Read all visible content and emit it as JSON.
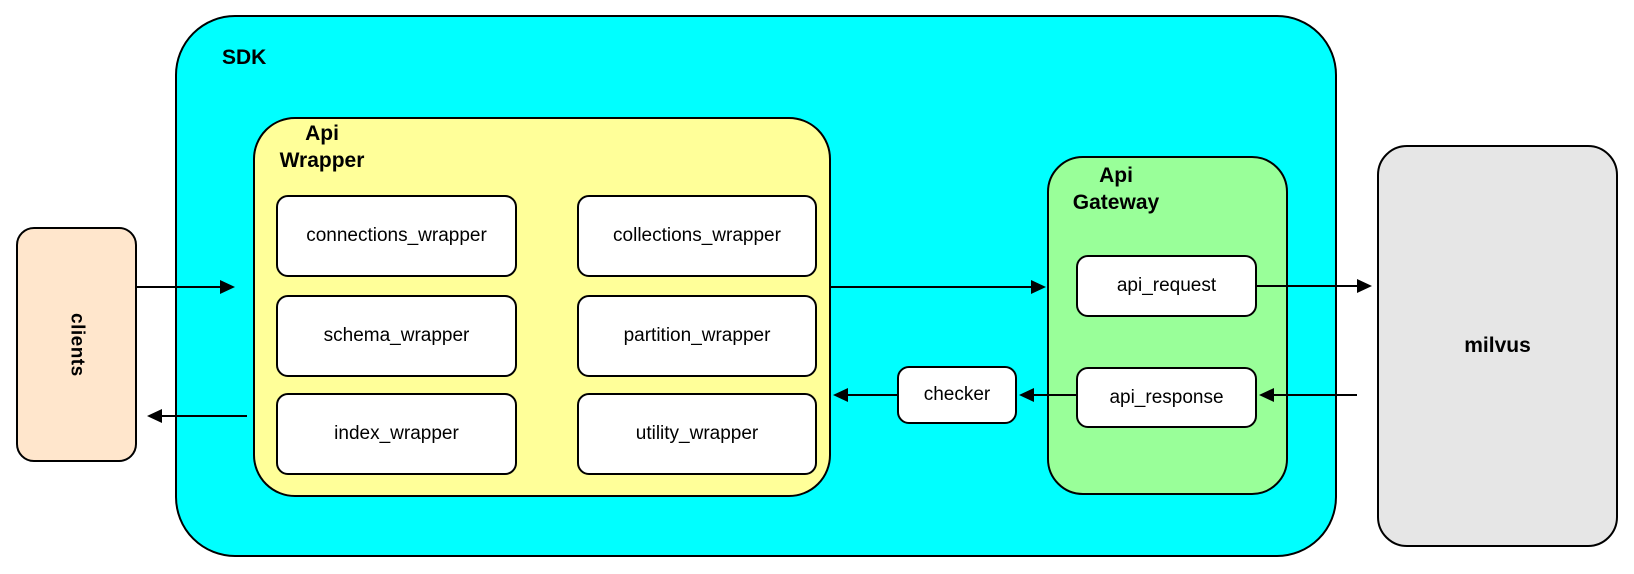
{
  "diagram": {
    "title_hint": "milvus sdk architecture diagram",
    "containers": {
      "sdk": {
        "label": "SDK",
        "fill": "#00FFFF"
      },
      "api_wrapper": {
        "label": "Api\nWrapper",
        "fill": "#FFFF99"
      },
      "api_gateway": {
        "label": "Api\nGateway",
        "fill": "#99FF99"
      }
    },
    "nodes": {
      "clients": {
        "label": "clients",
        "fill": "#FFE6CC"
      },
      "milvus": {
        "label": "milvus",
        "fill": "#E6E6E6"
      },
      "checker": {
        "label": "checker",
        "fill": "#FFFFFF"
      },
      "wrapper_boxes": [
        "connections_wrapper",
        "collections_wrapper",
        "schema_wrapper",
        "partition_wrapper",
        "index_wrapper",
        "utility_wrapper"
      ],
      "gateway_boxes": [
        "api_request",
        "api_response"
      ]
    },
    "edges": [
      "clients -> api_wrapper",
      "api_wrapper -> api_gateway",
      "api_request -> milvus",
      "milvus -> api_response",
      "api_response -> checker",
      "checker -> api_wrapper",
      "api_wrapper -> clients"
    ],
    "stroke_color": "#000000"
  }
}
